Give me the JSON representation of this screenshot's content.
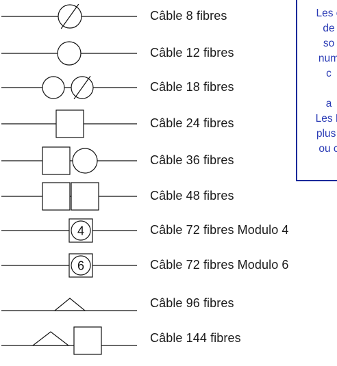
{
  "legend": {
    "rows": [
      {
        "symbol": "circle-slash",
        "label": "Câble 8 fibres"
      },
      {
        "symbol": "circle",
        "label": "Câble 12 fibres"
      },
      {
        "symbol": "circle-circle-slash",
        "label": "Câble 18 fibres"
      },
      {
        "symbol": "square",
        "label": "Câble 24 fibres"
      },
      {
        "symbol": "square-circle",
        "label": "Câble 36 fibres"
      },
      {
        "symbol": "square-square",
        "label": "Câble 48 fibres"
      },
      {
        "symbol": "square-circle-number",
        "number": "4",
        "label": "Câble 72 fibres Modulo 4"
      },
      {
        "symbol": "square-circle-number",
        "number": "6",
        "label": "Câble 72 fibres Modulo 6"
      },
      {
        "symbol": "triangle",
        "label": "Câble 96 fibres"
      },
      {
        "symbol": "triangle-square",
        "label": "Câble 144 fibres"
      }
    ]
  },
  "note": {
    "lines": [
      "Les c",
      "de",
      "so",
      "num",
      "c",
      "",
      "a",
      "Les F",
      "plus l",
      "ou c"
    ],
    "text_color": "#2a3bb5",
    "border_color": "#1b2a9a"
  }
}
